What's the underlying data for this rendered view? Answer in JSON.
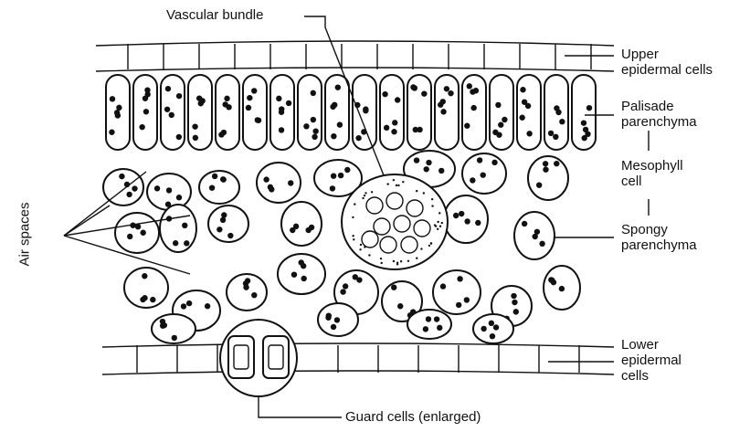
{
  "labels": {
    "vascular_bundle": "Vascular bundle",
    "upper_epidermal_line1": "Upper",
    "upper_epidermal_line2": "epidermal cells",
    "palisade_line1": "Palisade",
    "palisade_line2": "parenchyma",
    "mesophyll_line1": "Mesophyll",
    "mesophyll_line2": "cell",
    "spongy_line1": "Spongy",
    "spongy_line2": "parenchyma",
    "lower_epidermal_line1": "Lower",
    "lower_epidermal_line2": "epidermal",
    "lower_epidermal_line3": "cells",
    "air_spaces": "Air spaces",
    "guard_cells": "Guard cells (enlarged)"
  }
}
